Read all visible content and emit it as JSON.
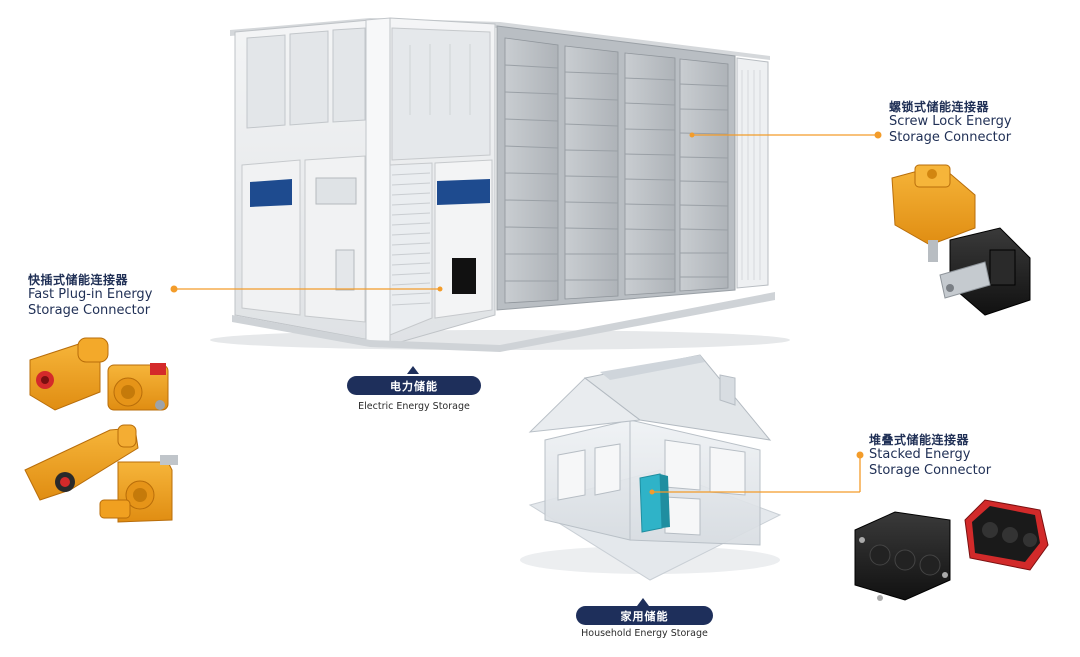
{
  "callouts": {
    "fast_plug": {
      "zh": "快插式储能连接器",
      "en_line1": "Fast Plug-in Energy",
      "en_line2": "Storage Connector"
    },
    "screw_lock": {
      "zh": "螺锁式储能连接器",
      "en_line1": "Screw Lock Energy",
      "en_line2": "Storage Connector"
    },
    "stacked": {
      "zh": "堆叠式储能连接器",
      "en_line1": "Stacked Energy",
      "en_line2": "Storage Connector"
    }
  },
  "captions": {
    "electric": {
      "zh": "电力储能",
      "en": "Electric Energy Storage"
    },
    "household": {
      "zh": "家用储能",
      "en": "Household Energy Storage"
    }
  },
  "colors": {
    "leader_line": "#f39c2a",
    "label_text": "#1f2f55",
    "pill": "#1e2f5b",
    "connector_orange": "#f0a020",
    "connector_black": "#1c1c1c",
    "gasket_red": "#d22a2a",
    "container_accent": "#1e4b8f",
    "battery_cyan": "#2fb3c8"
  }
}
